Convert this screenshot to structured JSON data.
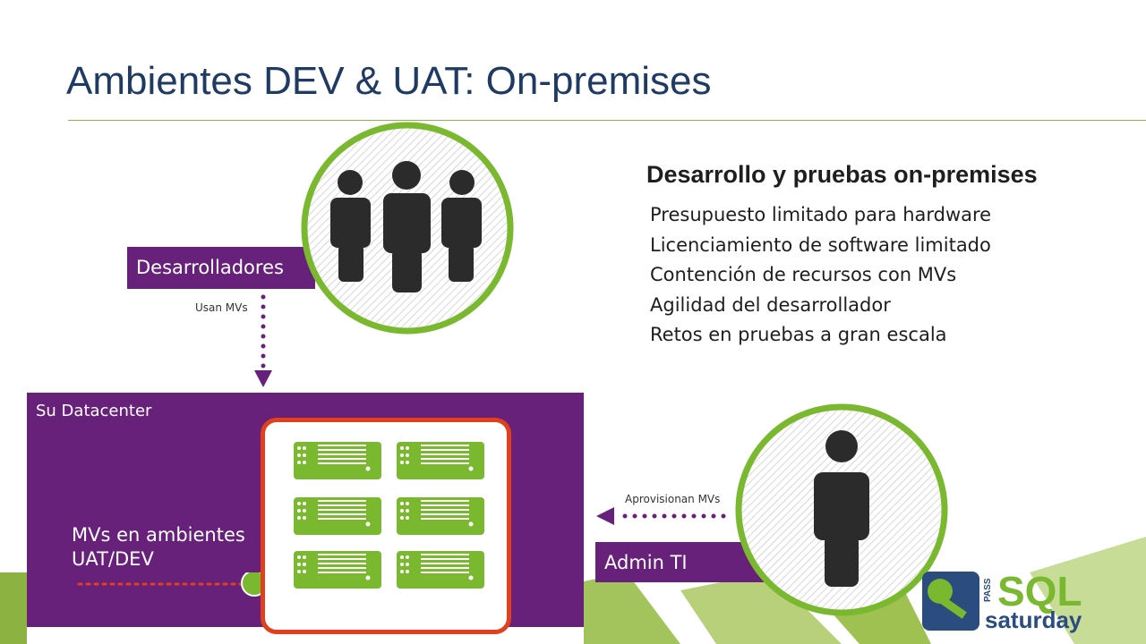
{
  "slide": {
    "title": "Ambientes DEV & UAT: On-premises"
  },
  "left": {
    "developers_label": "Desarrolladores",
    "arrow_caption": "Usan MVs",
    "datacenter_label": "Su Datacenter",
    "mv_label_line1": "MVs en ambientes",
    "mv_label_line2": "UAT/DEV"
  },
  "right": {
    "section_title": "Desarrollo y pruebas on-premises",
    "bullets": [
      "Presupuesto limitado para hardware",
      "Licenciamiento de software limitado",
      "Contención de recursos con MVs",
      "Agilidad del desarrollador",
      "Retos en pruebas a gran escala"
    ],
    "arrow_caption": "Aprovisionan MVs",
    "admin_label": "Admin TI"
  },
  "logo": {
    "pass": "PASS",
    "sql": "SQL",
    "saturday": "saturday"
  },
  "icons": [
    "people-group-icon",
    "person-icon",
    "server-icon",
    "key-icon"
  ],
  "colors": {
    "title": "#1f3b63",
    "purple": "#68217a",
    "green": "#7ab82f",
    "red_frame": "#e2401c",
    "icon": "#2b2b2b"
  }
}
